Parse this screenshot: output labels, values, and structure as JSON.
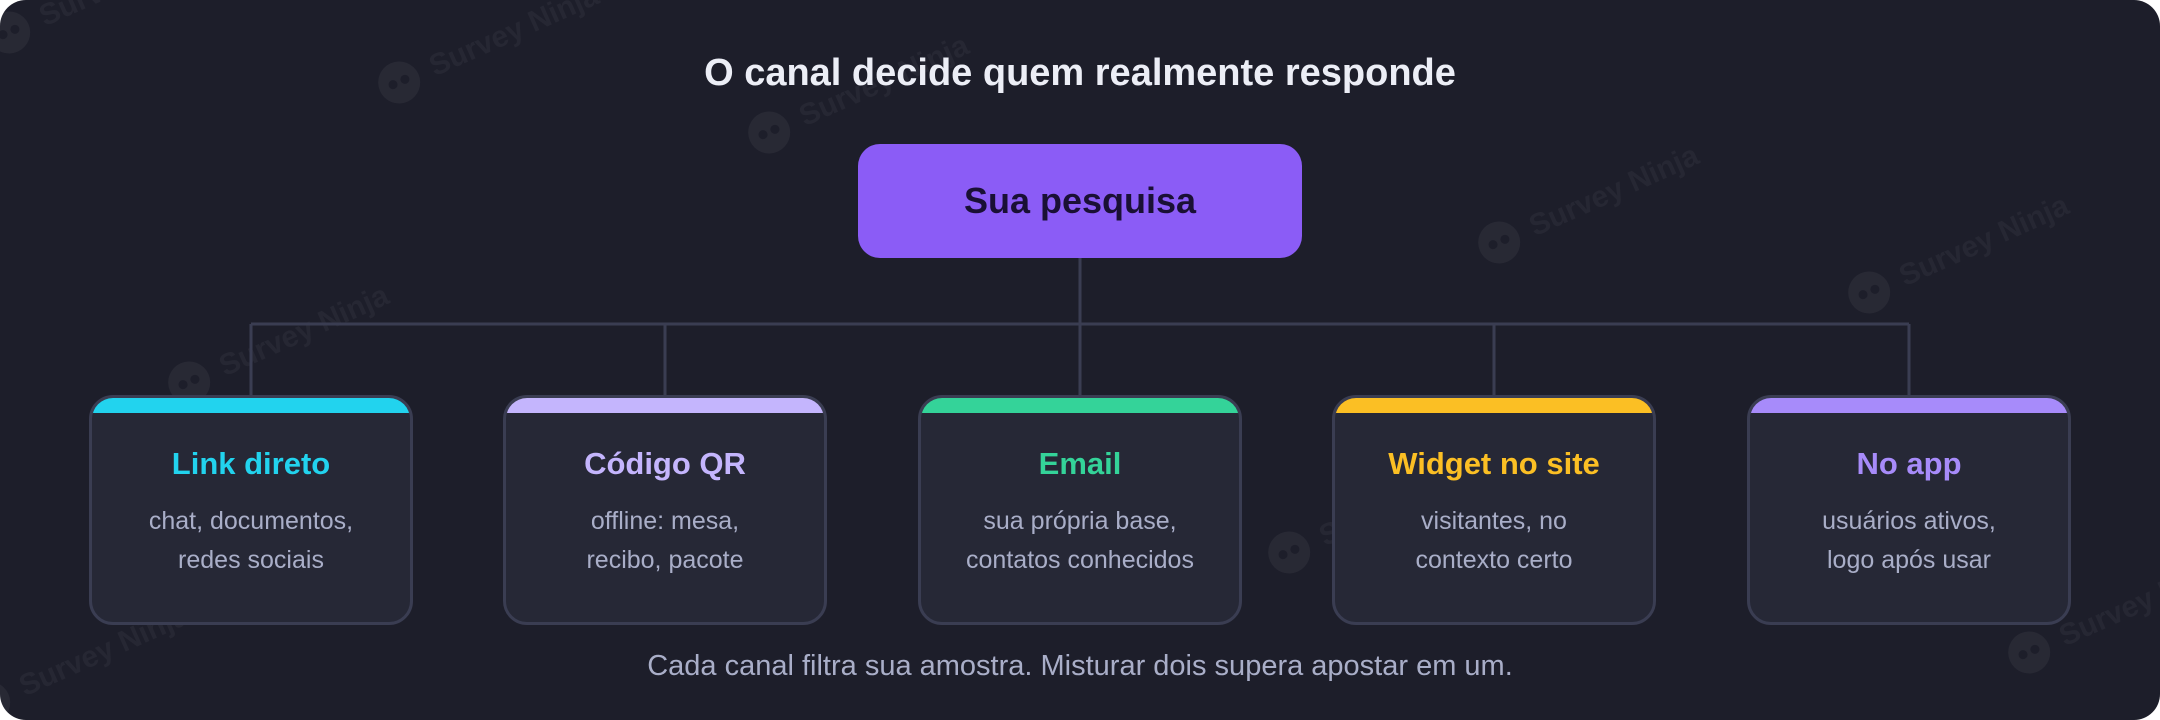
{
  "title": "O canal decide quem realmente responde",
  "root": {
    "label": "Sua pesquisa",
    "color": "#8b5cf6"
  },
  "channels": [
    {
      "title": "Link direto",
      "desc_lines": [
        "chat, documentos,",
        "redes sociais"
      ],
      "accent": "#22d3ee"
    },
    {
      "title": "Código QR",
      "desc_lines": [
        "offline: mesa,",
        "recibo, pacote"
      ],
      "accent": "#c4b5fd"
    },
    {
      "title": "Email",
      "desc_lines": [
        "sua própria base,",
        "contatos conhecidos"
      ],
      "accent": "#34d399"
    },
    {
      "title": "Widget no site",
      "desc_lines": [
        "visitantes, no",
        "contexto certo"
      ],
      "accent": "#fbbf24"
    },
    {
      "title": "No app",
      "desc_lines": [
        "usuários ativos,",
        "logo após usar"
      ],
      "accent": "#a78bfa"
    }
  ],
  "footer": "Cada canal filtra sua amostra. Misturar dois supera apostar em um.",
  "watermark": {
    "text": "Survey Ninja",
    "icon": "ninja-logo-icon"
  },
  "colors": {
    "background": "#1d1e2a",
    "card": "#262836",
    "card_border": "#3a3d52",
    "connector": "#3a3d52",
    "muted_text": "#a9aec8"
  }
}
